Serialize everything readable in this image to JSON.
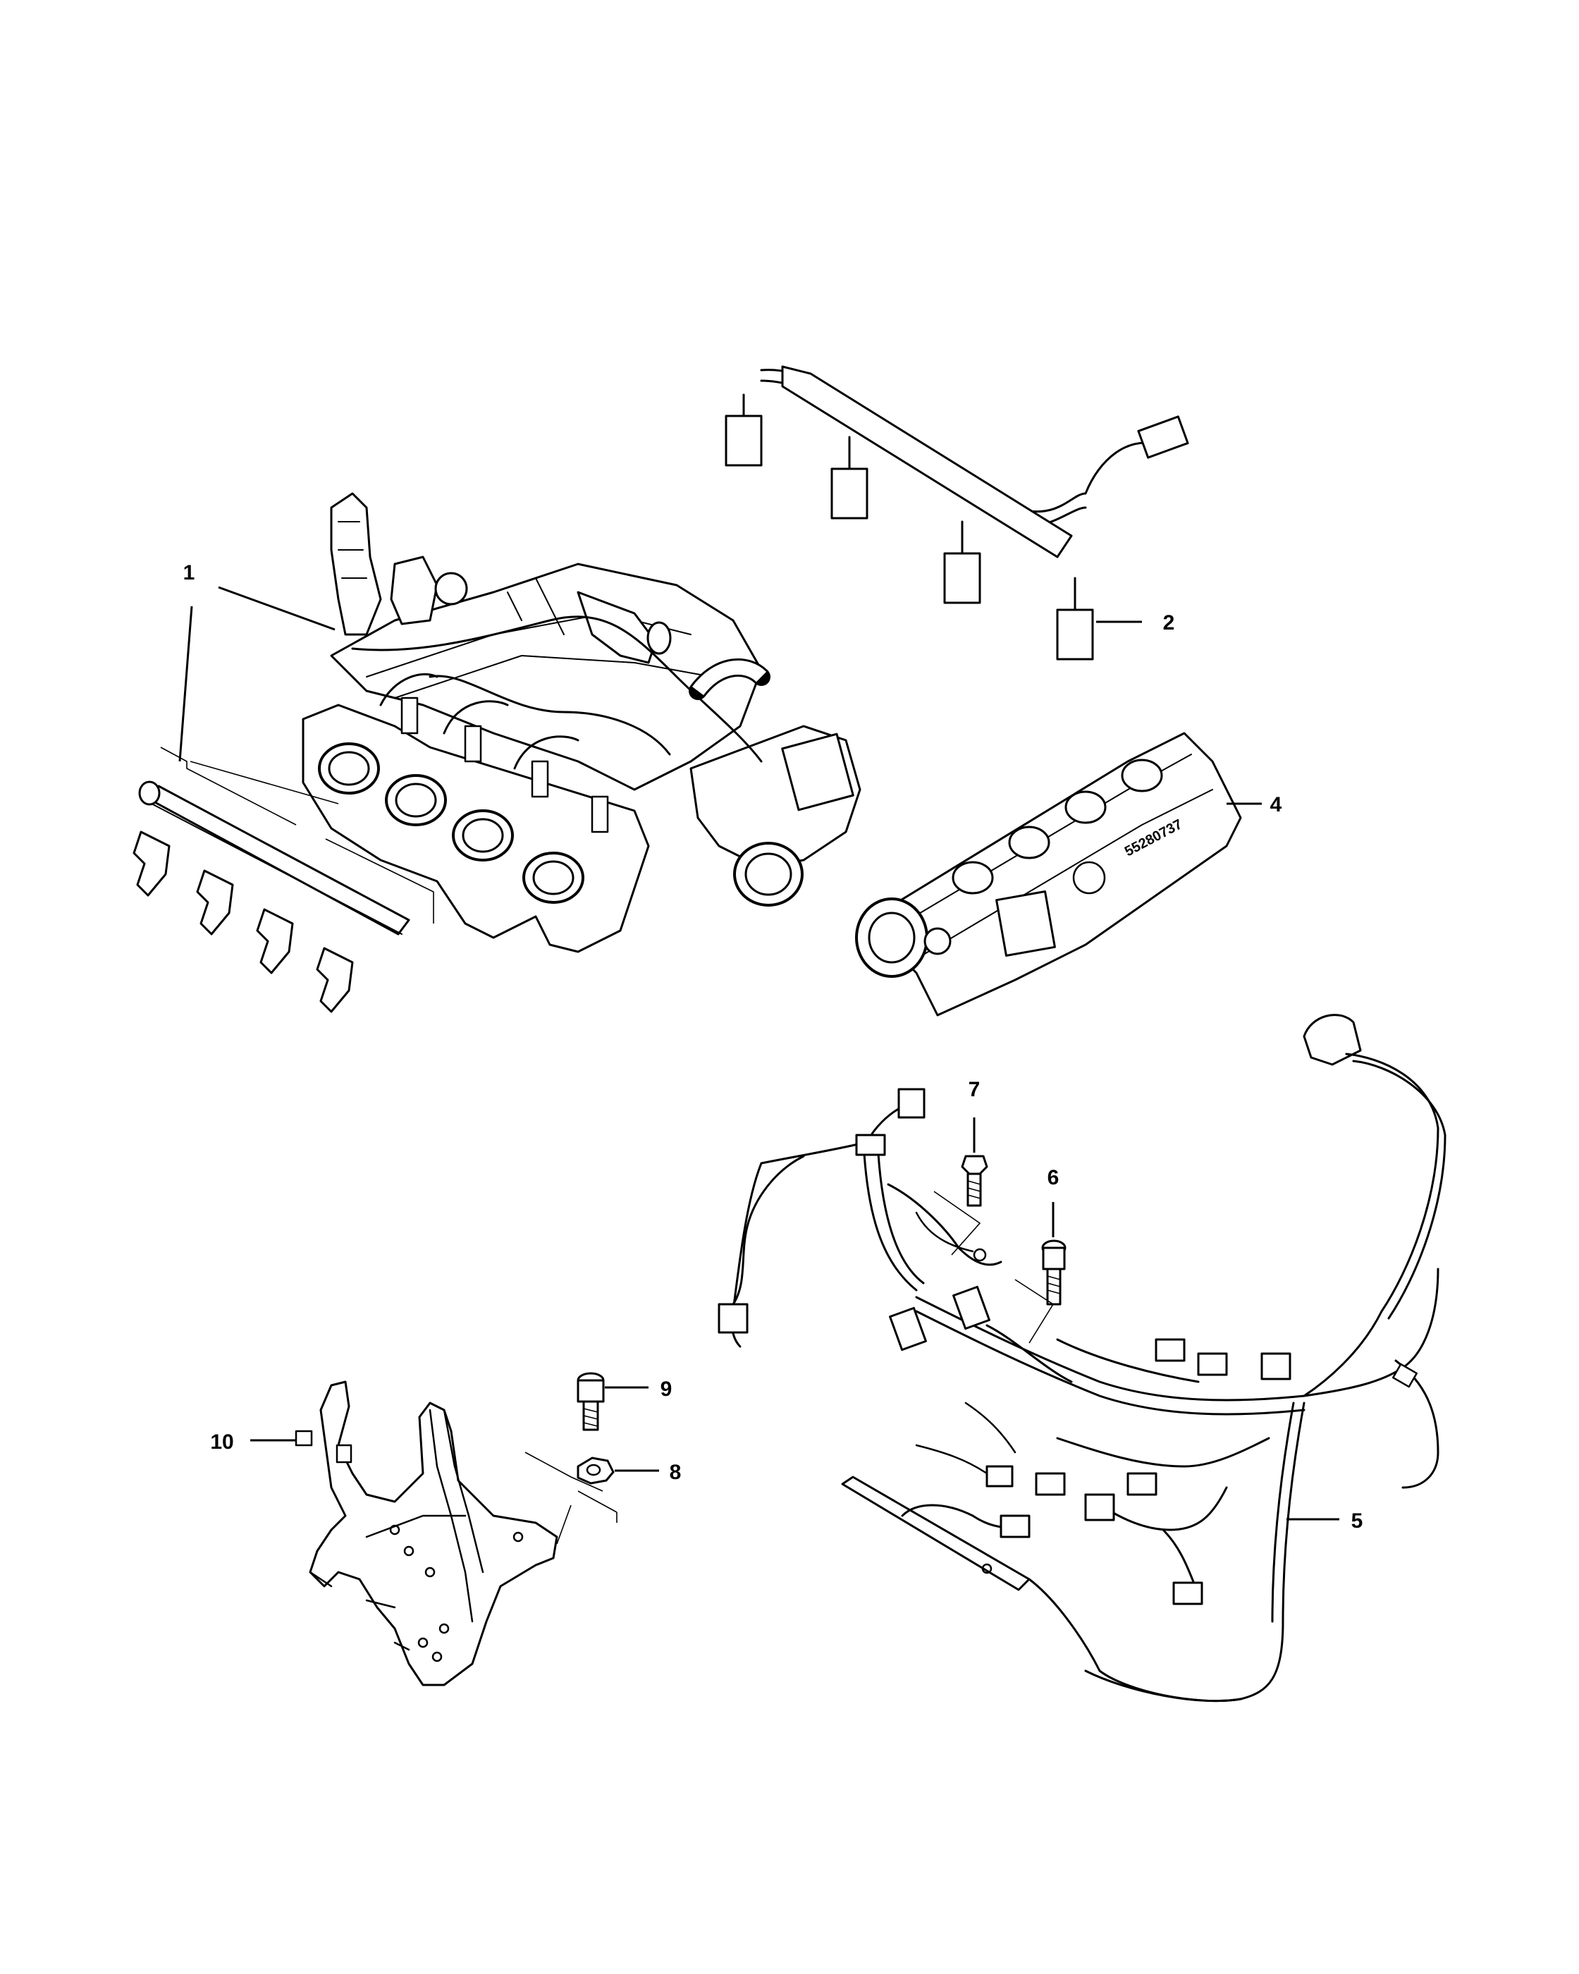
{
  "diagram": {
    "callouts": [
      {
        "id": "1",
        "label": "1"
      },
      {
        "id": "2",
        "label": "2"
      },
      {
        "id": "4",
        "label": "4"
      },
      {
        "id": "5",
        "label": "5"
      },
      {
        "id": "6",
        "label": "6"
      },
      {
        "id": "7",
        "label": "7"
      },
      {
        "id": "8",
        "label": "8"
      },
      {
        "id": "9",
        "label": "9"
      },
      {
        "id": "10",
        "label": "10"
      }
    ],
    "cover_marking": "55280737"
  }
}
